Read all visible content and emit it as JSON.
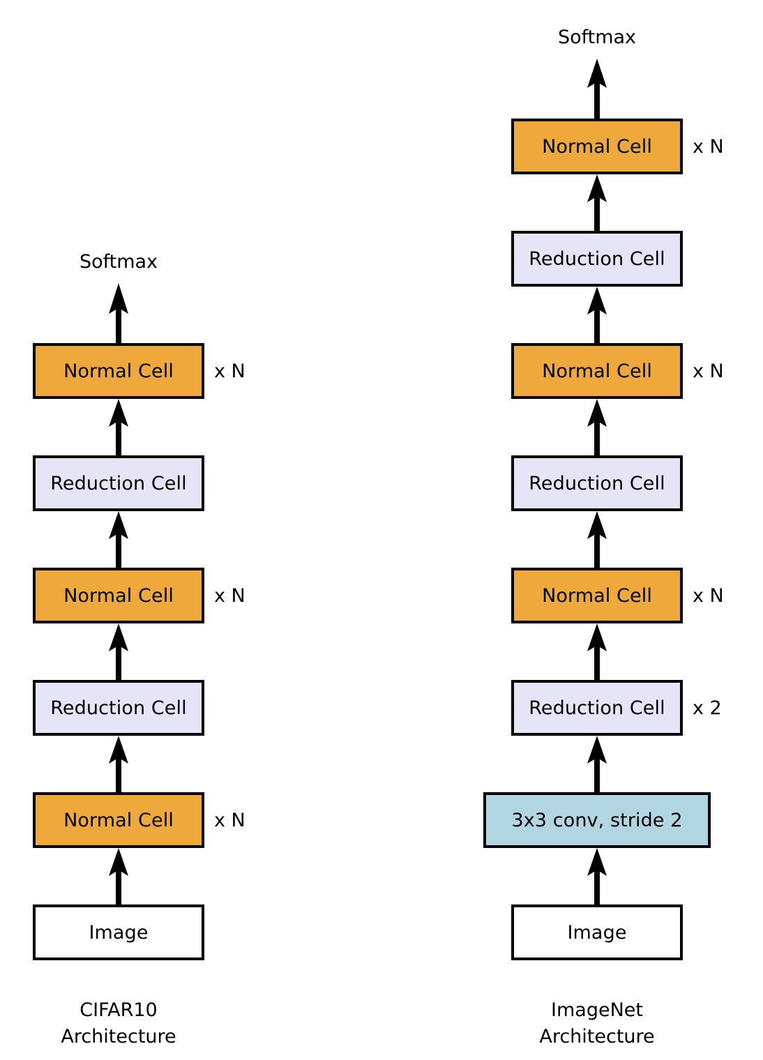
{
  "figure": {
    "type": "diagram",
    "subtype": "neural-network-architecture-flowchart",
    "background": "#ffffff",
    "colors": {
      "normal_cell": "#efa83b",
      "reduction_cell": "#e6e5f7",
      "conv": "#b2d5e2",
      "image": "#ffffff",
      "stroke": "#000000"
    }
  },
  "columns": [
    {
      "id": "cifar10",
      "caption": "CIFAR10\nArchitecture",
      "output_label": "Softmax",
      "nodes": [
        {
          "label": "Normal Cell",
          "kind": "normal",
          "multiplier": "x N"
        },
        {
          "label": "Reduction Cell",
          "kind": "reduction",
          "multiplier": ""
        },
        {
          "label": "Normal Cell",
          "kind": "normal",
          "multiplier": "x N"
        },
        {
          "label": "Reduction Cell",
          "kind": "reduction",
          "multiplier": ""
        },
        {
          "label": "Normal Cell",
          "kind": "normal",
          "multiplier": "x N"
        },
        {
          "label": "Image",
          "kind": "image",
          "multiplier": ""
        }
      ]
    },
    {
      "id": "imagenet",
      "caption": "ImageNet\nArchitecture",
      "output_label": "Softmax",
      "nodes": [
        {
          "label": "Normal Cell",
          "kind": "normal",
          "multiplier": "x N"
        },
        {
          "label": "Reduction Cell",
          "kind": "reduction",
          "multiplier": ""
        },
        {
          "label": "Normal Cell",
          "kind": "normal",
          "multiplier": "x N"
        },
        {
          "label": "Reduction Cell",
          "kind": "reduction",
          "multiplier": ""
        },
        {
          "label": "Normal Cell",
          "kind": "normal",
          "multiplier": "x N"
        },
        {
          "label": "Reduction Cell",
          "kind": "reduction",
          "multiplier": "x 2"
        },
        {
          "label": "3x3 conv, stride 2",
          "kind": "conv",
          "multiplier": ""
        },
        {
          "label": "Image",
          "kind": "image",
          "multiplier": ""
        }
      ]
    }
  ]
}
